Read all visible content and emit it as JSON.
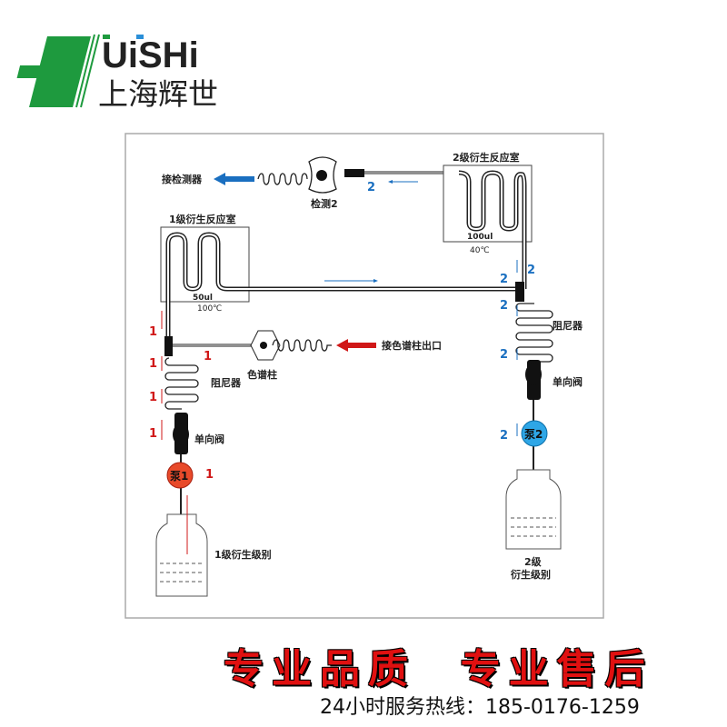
{
  "logo": {
    "latin": "UiSHi",
    "chinese": "上海辉世"
  },
  "diagram": {
    "to_detector": "接检测器",
    "detector": "检测2",
    "reactor2": {
      "title": "2级衍生反应室",
      "volume": "100ul",
      "temp": "40℃"
    },
    "reactor1": {
      "title": "1级衍生反应室",
      "volume": "50ul",
      "temp": "100℃"
    },
    "column_outlet": "接色谱柱出口",
    "column": "色谱柱",
    "damper": "阻尼器",
    "check_valve": "单向阀",
    "pump1": "泵1",
    "pump2": "泵2",
    "reagent1": "1级衍生级别",
    "reagent2_line1": "2级",
    "reagent2_line2": "衍生级别",
    "flow1": "1",
    "flow2": "2"
  },
  "footer": {
    "slogan": "专业品质  专业售后",
    "hotline": "24小时服务热线：185-0176-1259"
  }
}
